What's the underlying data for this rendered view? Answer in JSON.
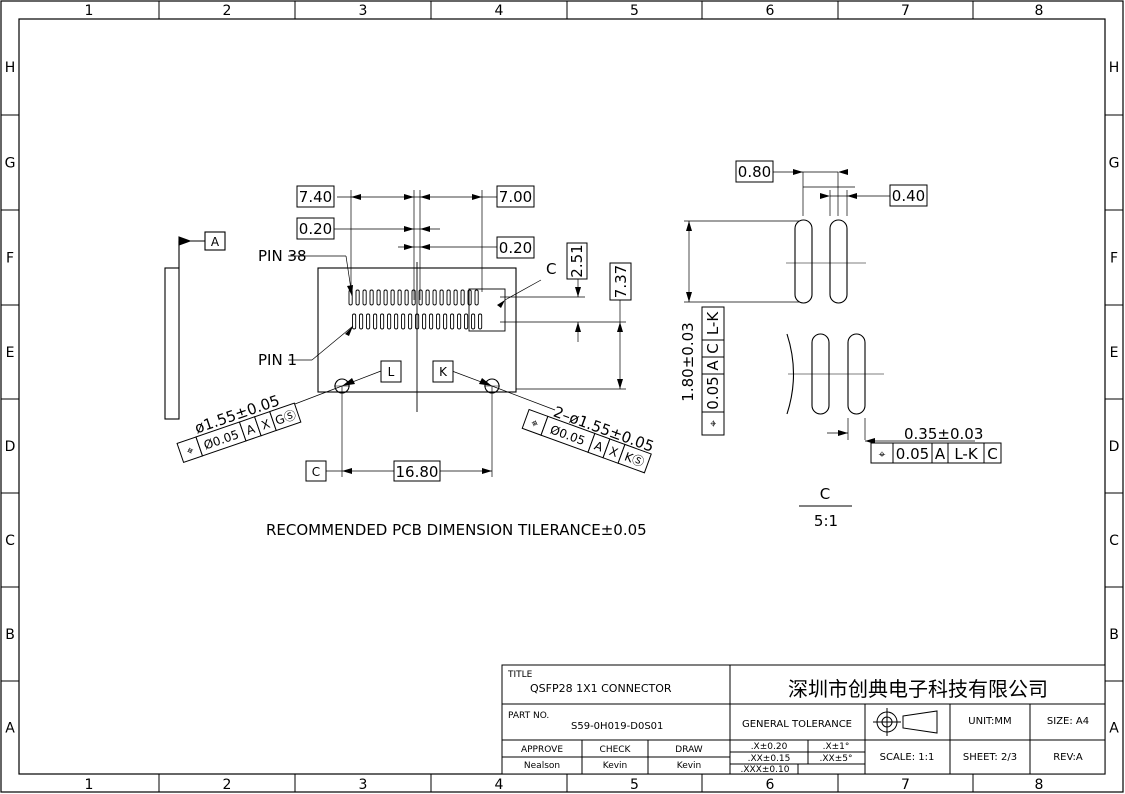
{
  "border": {
    "columns": [
      "1",
      "2",
      "3",
      "4",
      "5",
      "6",
      "7",
      "8"
    ],
    "rows": [
      "H",
      "G",
      "F",
      "E",
      "D",
      "C",
      "B",
      "A"
    ]
  },
  "datum_a": "A",
  "main_view": {
    "dims": {
      "d740": "7.40",
      "d700": "7.00",
      "d020a": "0.20",
      "d020b": "0.20",
      "d251": "2.51",
      "d737": "7.37",
      "d1680": "16.80"
    },
    "labels": {
      "pin38": "PIN 38",
      "pin1": "PIN 1",
      "c_callout": "C",
      "datum_l": "L",
      "datum_k": "K",
      "datum_c": "C"
    },
    "hole_left": {
      "dia": "ø1.55±0.05",
      "fcf": [
        "⌖",
        "Ø0.05",
        "A",
        "X",
        "GⓈ"
      ]
    },
    "hole_right": {
      "dia": "2–ø1.55±0.05",
      "fcf": [
        "⌖",
        "Ø0.05",
        "A",
        "X",
        "KⓈ"
      ]
    }
  },
  "note": "RECOMMENDED PCB DIMENSION TILERANCE±0.05",
  "detail": {
    "d080": "0.80",
    "d040": "0.40",
    "d180": "1.80±0.03",
    "fcf_vertical": [
      "⌖",
      "0.05",
      "A",
      "C",
      "L-K"
    ],
    "d035": "0.35±0.03",
    "fcf_horizontal": [
      "⌖",
      "0.05",
      "A",
      "L-K",
      "C"
    ],
    "name": "C",
    "scale": "5:1"
  },
  "title_block": {
    "title_label": "TITLE",
    "title": "QSFP28  1X1  CONNECTOR",
    "company": "深圳市创典电子科技有限公司",
    "part_label": "PART  NO.",
    "part_no": "S59-0H019-D0S01",
    "general_tolerance": "GENERAL  TOLERANCE",
    "unit": "UNIT:MM",
    "size": "SIZE:  A4",
    "approve_label": "APPROVE",
    "check_label": "CHECK",
    "draw_label": "DRAW",
    "approve": "Nealson",
    "check": "Kevin",
    "draw": "Kevin",
    "tol1": ".X±0.20",
    "tol2": ".XX±0.15",
    "tol3": ".XXX±0.10",
    "ang1": ".X±1°",
    "ang2": ".XX±5°",
    "scale": "SCALE:  1:1",
    "sheet": "SHEET:  2/3",
    "rev": "REV:A"
  }
}
